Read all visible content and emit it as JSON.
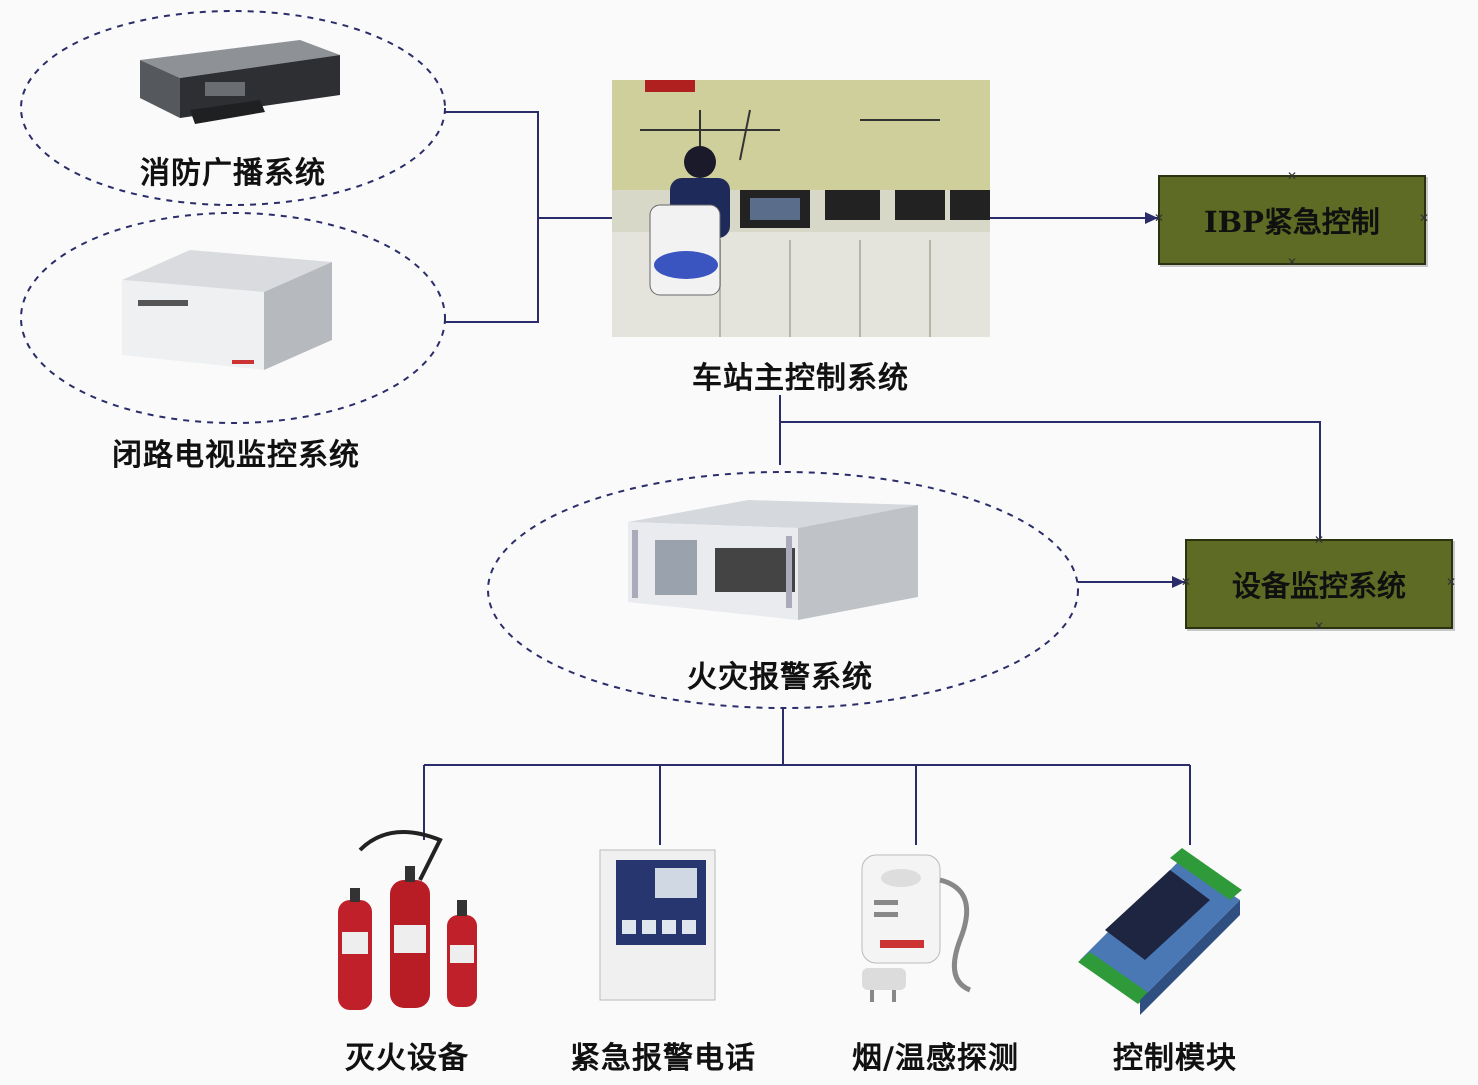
{
  "nodes": {
    "fire_broadcast": "消防广播系统",
    "cctv": "闭路电视监控系统",
    "station_control": "车站主控制系统",
    "ibp": "IBP紧急控制",
    "fire_alarm": "火灾报警系统",
    "equipment_monitor": "设备监控系统",
    "extinguisher": "灭火设备",
    "emergency_phone": "紧急报警电话",
    "smoke_temp": "烟/温感探测",
    "control_module": "控制模块"
  },
  "colors": {
    "line": "#2b2d6a",
    "box_fill": "#5d6b25",
    "dash": "#2b2d6a"
  }
}
